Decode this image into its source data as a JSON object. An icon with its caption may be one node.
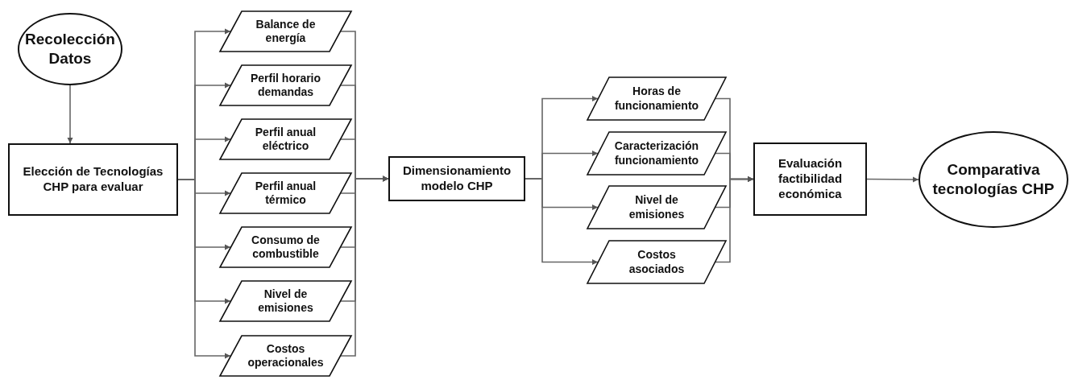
{
  "diagram": {
    "nodes": [
      {
        "text": [
          "Recolección Datos"
        ]
      },
      {
        "text": [
          "Elección de Tecnologías CHP para evaluar"
        ]
      },
      {
        "text": [
          "Balance de energía"
        ]
      },
      {
        "text": [
          "Perfil horario demandas"
        ]
      },
      {
        "text": [
          "Perfil anual eléctrico"
        ]
      },
      {
        "text": [
          "Perfil anual térmico"
        ]
      },
      {
        "text": [
          "Consumo de combustible"
        ]
      },
      {
        "text": [
          "Nivel de emisiones"
        ]
      },
      {
        "text": [
          "Costos operacionales"
        ]
      },
      {
        "text": [
          "Dimensionamiento modelo CHP"
        ]
      },
      {
        "text": [
          "Horas de funcionamiento"
        ]
      },
      {
        "text": [
          "Caracterización funcionamiento"
        ]
      },
      {
        "text": [
          "Nivel de emisiones"
        ]
      },
      {
        "text": [
          "Costos asociados"
        ]
      },
      {
        "text": [
          "Evaluación factibilidad económica"
        ]
      },
      {
        "text": [
          "Comparativa tecnologías CHP"
        ]
      }
    ],
    "edges": [
      {
        "from": 0,
        "to": 1,
        "arrow": "to"
      },
      {
        "from": 1,
        "to": 2,
        "arrow": "to"
      },
      {
        "from": 1,
        "to": 3,
        "arrow": "to"
      },
      {
        "from": 1,
        "to": 4,
        "arrow": "to"
      },
      {
        "from": 1,
        "to": 5,
        "arrow": "to"
      },
      {
        "from": 1,
        "to": 6,
        "arrow": "to"
      },
      {
        "from": 1,
        "to": 7,
        "arrow": "to"
      },
      {
        "from": 1,
        "to": 8,
        "arrow": "to"
      },
      {
        "from": 2,
        "to": 9,
        "arrow": "to"
      },
      {
        "from": 3,
        "to": 9,
        "arrow": "to"
      },
      {
        "from": 4,
        "to": 9,
        "arrow": "to"
      },
      {
        "from": 5,
        "to": 9,
        "arrow": "to"
      },
      {
        "from": 6,
        "to": 9,
        "arrow": "to"
      },
      {
        "from": 7,
        "to": 9,
        "arrow": "to"
      },
      {
        "from": 8,
        "to": 9,
        "arrow": "to"
      },
      {
        "from": 9,
        "to": 10,
        "arrow": "to"
      },
      {
        "from": 9,
        "to": 11,
        "arrow": "to"
      },
      {
        "from": 9,
        "to": 12,
        "arrow": "to"
      },
      {
        "from": 9,
        "to": 13,
        "arrow": "to"
      },
      {
        "from": 10,
        "to": 14,
        "arrow": "to"
      },
      {
        "from": 11,
        "to": 14,
        "arrow": "to"
      },
      {
        "from": 12,
        "to": 14,
        "arrow": "to"
      },
      {
        "from": 13,
        "to": 14,
        "arrow": "to"
      },
      {
        "from": 14,
        "to": 15,
        "arrow": "to"
      }
    ]
  }
}
